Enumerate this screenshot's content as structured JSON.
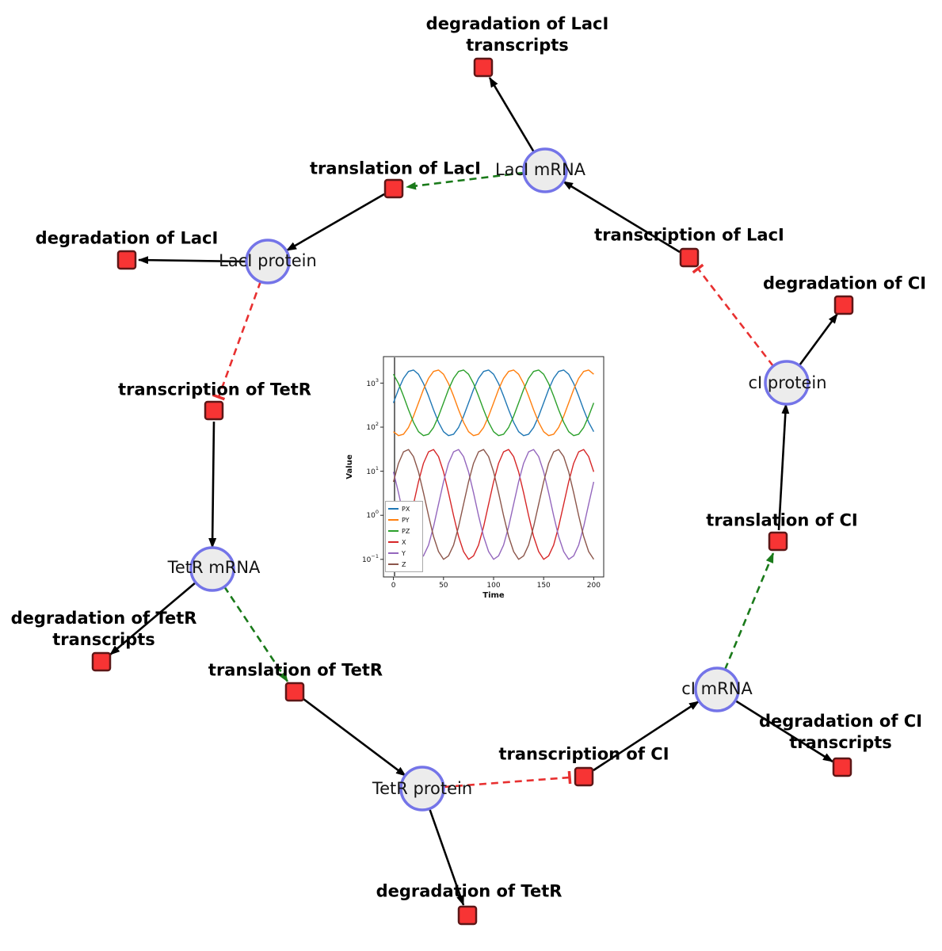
{
  "network": {
    "species": [
      {
        "id": "laci-mrna",
        "label": "LacI mRNA"
      },
      {
        "id": "laci-protein",
        "label": "LacI protein"
      },
      {
        "id": "tetr-mrna",
        "label": "TetR mRNA"
      },
      {
        "id": "tetr-protein",
        "label": "TetR protein"
      },
      {
        "id": "ci-mrna",
        "label": "cI mRNA"
      },
      {
        "id": "ci-protein",
        "label": "cI protein"
      }
    ],
    "reactions": [
      {
        "id": "deg-laci-transcripts",
        "lines": [
          "degradation of LacI",
          "transcripts"
        ]
      },
      {
        "id": "translation-laci",
        "lines": [
          "translation of LacI"
        ]
      },
      {
        "id": "deg-laci",
        "lines": [
          "degradation of LacI"
        ]
      },
      {
        "id": "transcription-laci",
        "lines": [
          "transcription of LacI"
        ]
      },
      {
        "id": "deg-ci",
        "lines": [
          "degradation of CI"
        ]
      },
      {
        "id": "transcription-tetr",
        "lines": [
          "transcription of TetR"
        ]
      },
      {
        "id": "deg-tetr-transcripts",
        "lines": [
          "degradation of TetR",
          "transcripts"
        ]
      },
      {
        "id": "translation-tetr",
        "lines": [
          "translation of TetR"
        ]
      },
      {
        "id": "translation-ci",
        "lines": [
          "translation of CI"
        ]
      },
      {
        "id": "transcription-ci",
        "lines": [
          "transcription of CI"
        ]
      },
      {
        "id": "deg-ci-transcripts",
        "lines": [
          "degradation of CI",
          "transcripts"
        ]
      },
      {
        "id": "deg-tetr",
        "lines": [
          "degradation of TetR"
        ]
      }
    ],
    "edges": [
      {
        "from": "LacI mRNA",
        "to": "degradation of LacI transcripts",
        "type": "reactant"
      },
      {
        "from": "translation of LacI",
        "to": "LacI protein",
        "type": "product"
      },
      {
        "from": "LacI protein",
        "to": "degradation of LacI",
        "type": "reactant"
      },
      {
        "from": "transcription of LacI",
        "to": "LacI mRNA",
        "type": "product"
      },
      {
        "from": "cI protein",
        "to": "degradation of CI",
        "type": "reactant"
      },
      {
        "from": "transcription of TetR",
        "to": "TetR mRNA",
        "type": "product"
      },
      {
        "from": "TetR mRNA",
        "to": "degradation of TetR transcripts",
        "type": "reactant"
      },
      {
        "from": "translation of TetR",
        "to": "TetR protein",
        "type": "product"
      },
      {
        "from": "TetR protein",
        "to": "degradation of TetR",
        "type": "reactant"
      },
      {
        "from": "transcription of CI",
        "to": "cI mRNA",
        "type": "product"
      },
      {
        "from": "cI mRNA",
        "to": "degradation of CI transcripts",
        "type": "reactant"
      },
      {
        "from": "translation of CI",
        "to": "cI protein",
        "type": "product"
      },
      {
        "from": "LacI mRNA",
        "to": "translation of LacI",
        "type": "modifier"
      },
      {
        "from": "TetR mRNA",
        "to": "translation of TetR",
        "type": "modifier"
      },
      {
        "from": "cI mRNA",
        "to": "translation of CI",
        "type": "modifier"
      },
      {
        "from": "LacI protein",
        "to": "transcription of TetR",
        "type": "inhibition"
      },
      {
        "from": "cI protein",
        "to": "transcription of LacI",
        "type": "inhibition"
      },
      {
        "from": "TetR protein",
        "to": "transcription of CI",
        "type": "inhibition"
      }
    ],
    "colors": {
      "species_fill": "#ececec",
      "species_stroke": "#7474e8",
      "reaction_fill": "#f73434",
      "reaction_stroke": "#5d1717",
      "edge_reaction": "#000000",
      "edge_modifier": "#1a7a1a",
      "edge_inhibition": "#e83030"
    }
  },
  "chart_data": {
    "type": "line",
    "title": "",
    "xlabel": "Time",
    "ylabel": "Value",
    "yscale": "log",
    "xlim": [
      -10,
      210
    ],
    "ylog_lim": [
      -1.4,
      3.6
    ],
    "x_tick_labels": [
      "0",
      "50",
      "100",
      "150",
      "200"
    ],
    "x_tick_values": [
      0,
      50,
      100,
      150,
      200
    ],
    "ytick_base": "10",
    "y_tick_labels": [
      "−1",
      "0",
      "1",
      "2",
      "3"
    ],
    "legend_position": "lower left",
    "x": [
      0,
      5,
      10,
      15,
      20,
      25,
      30,
      35,
      40,
      45,
      50,
      55,
      60,
      65,
      70,
      75,
      80,
      85,
      90,
      95,
      100,
      105,
      110,
      115,
      120,
      125,
      130,
      135,
      140,
      145,
      150,
      155,
      160,
      165,
      170,
      175,
      180,
      185,
      190,
      195,
      200
    ],
    "series": [
      {
        "name": "PX",
        "color": "#1f77b4",
        "values": [
          355,
          716,
          1280,
          1833,
          1977,
          1585,
          979,
          508,
          248,
          129,
          79,
          64,
          69,
          98,
          176,
          355,
          716,
          1280,
          1833,
          1977,
          1585,
          979,
          508,
          248,
          129,
          79,
          64,
          69,
          98,
          176,
          355,
          716,
          1280,
          1833,
          1977,
          1585,
          979,
          508,
          248,
          129,
          79
        ]
      },
      {
        "name": "PY",
        "color": "#ff7f0e",
        "values": [
          79,
          64,
          69,
          98,
          176,
          355,
          716,
          1280,
          1833,
          1977,
          1585,
          979,
          508,
          248,
          129,
          79,
          64,
          69,
          98,
          176,
          355,
          716,
          1280,
          1833,
          1977,
          1585,
          979,
          508,
          248,
          129,
          79,
          64,
          69,
          98,
          176,
          355,
          716,
          1280,
          1833,
          1977,
          1585
        ]
      },
      {
        "name": "PZ",
        "color": "#2ca02c",
        "values": [
          1585,
          979,
          508,
          248,
          129,
          79,
          64,
          69,
          98,
          176,
          355,
          716,
          1280,
          1833,
          1977,
          1585,
          979,
          508,
          248,
          129,
          79,
          64,
          69,
          98,
          176,
          355,
          716,
          1280,
          1833,
          1977,
          1585,
          979,
          508,
          248,
          129,
          79,
          64,
          69,
          98,
          176,
          355
        ]
      },
      {
        "name": "X",
        "color": "#d62728",
        "values": [
          0.1,
          0.12,
          0.21,
          0.55,
          1.78,
          5.73,
          15.1,
          27.5,
          31.1,
          21.5,
          9.66,
          3.23,
          0.98,
          0.33,
          0.15,
          0.1,
          0.12,
          0.21,
          0.55,
          1.78,
          5.73,
          15.1,
          27.5,
          31.1,
          21.5,
          9.66,
          3.23,
          0.98,
          0.33,
          0.15,
          0.1,
          0.12,
          0.21,
          0.55,
          1.78,
          5.73,
          15.1,
          27.5,
          31.1,
          21.5,
          9.66
        ]
      },
      {
        "name": "Y",
        "color": "#9467bd",
        "values": [
          9.66,
          3.23,
          0.98,
          0.33,
          0.15,
          0.1,
          0.12,
          0.21,
          0.55,
          1.78,
          5.73,
          15.1,
          27.5,
          31.1,
          21.5,
          9.66,
          3.23,
          0.98,
          0.33,
          0.15,
          0.1,
          0.12,
          0.21,
          0.55,
          1.78,
          5.73,
          15.1,
          27.5,
          31.1,
          21.5,
          9.66,
          3.23,
          0.98,
          0.33,
          0.15,
          0.1,
          0.12,
          0.21,
          0.55,
          1.78,
          5.73
        ]
      },
      {
        "name": "Z",
        "color": "#8c564b",
        "values": [
          5.73,
          15.1,
          27.5,
          31.1,
          21.5,
          9.66,
          3.23,
          0.98,
          0.33,
          0.15,
          0.1,
          0.12,
          0.21,
          0.55,
          1.78,
          5.73,
          15.1,
          27.5,
          31.1,
          21.5,
          9.66,
          3.23,
          0.98,
          0.33,
          0.15,
          0.1,
          0.12,
          0.21,
          0.55,
          1.78,
          5.73,
          15.1,
          27.5,
          31.1,
          21.5,
          9.66,
          3.23,
          0.98,
          0.33,
          0.15,
          0.1
        ]
      }
    ]
  }
}
